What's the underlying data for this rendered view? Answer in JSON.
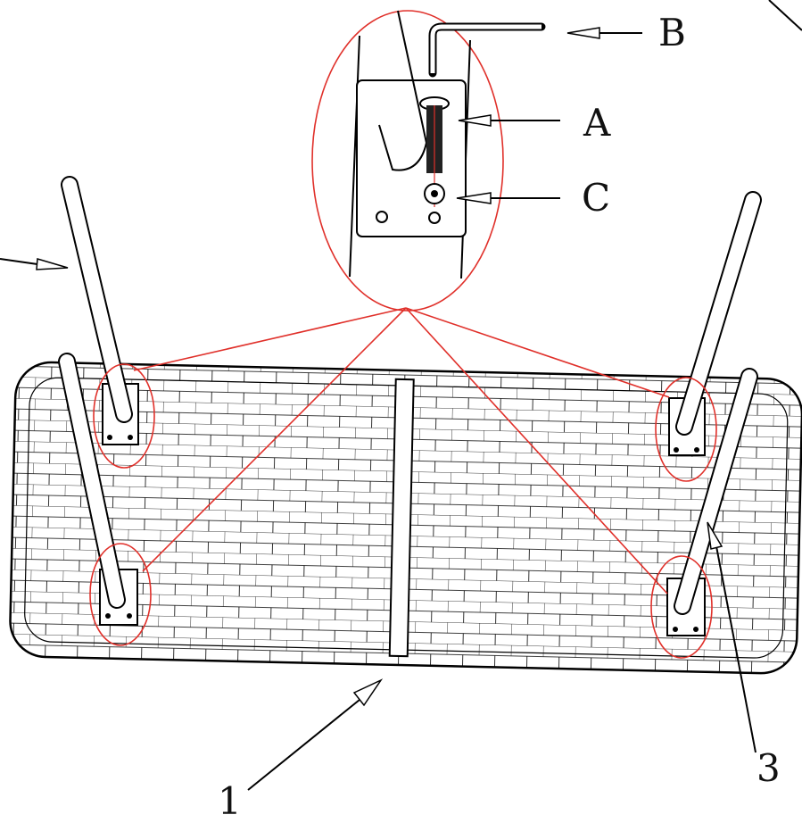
{
  "labels": {
    "a": "A",
    "b": "B",
    "c": "C",
    "one": "1",
    "three": "3"
  },
  "colors": {
    "ink": "#000000",
    "callout": "#e0302a",
    "background": "#ffffff"
  },
  "parts": {
    "bolt": "A",
    "hex_key": "B",
    "washer": "C",
    "table_top": "1",
    "leg": "3"
  }
}
